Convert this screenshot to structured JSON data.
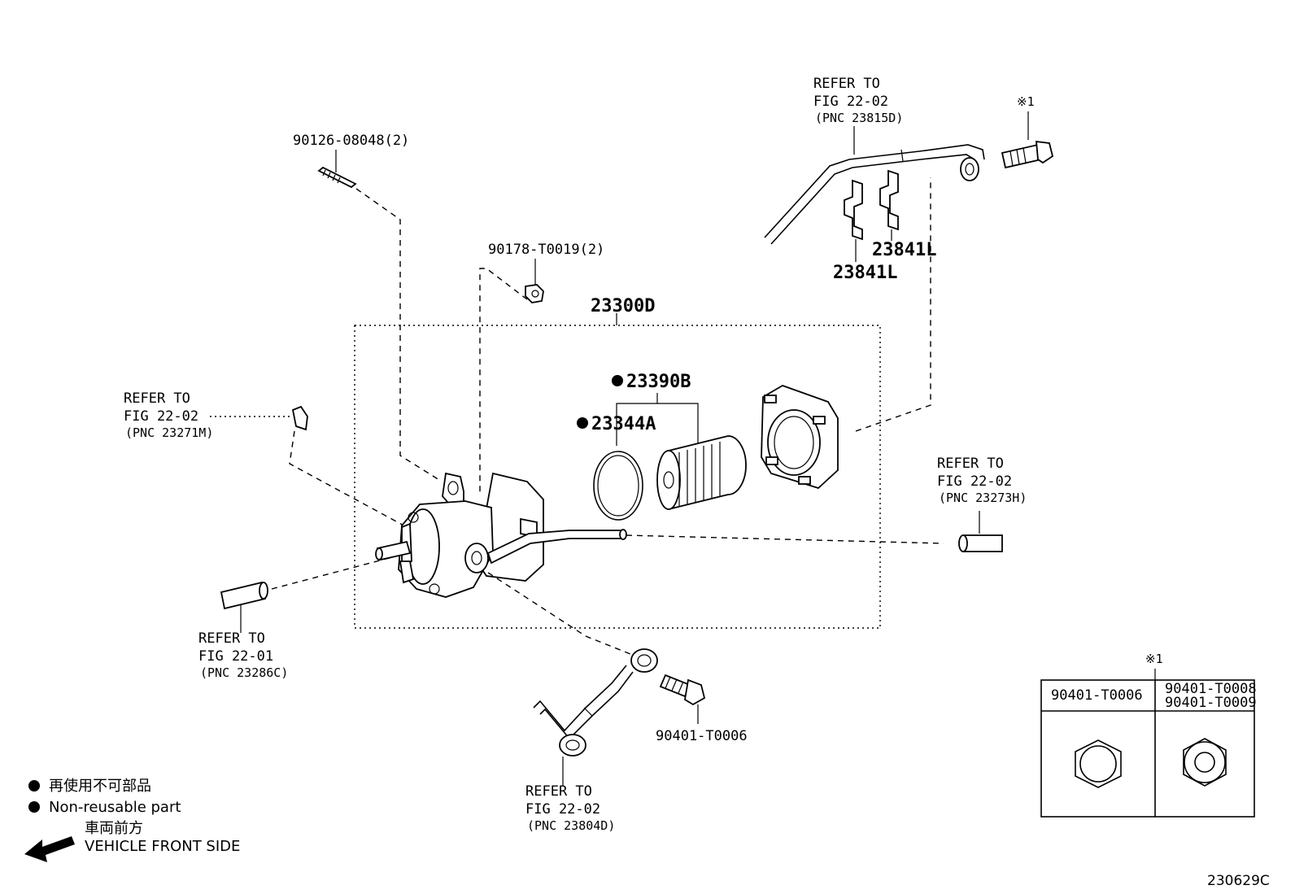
{
  "parts": {
    "stud_bolt": "90126-08048(2)",
    "nut": "90178-T0019(2)",
    "pump_assy": "23300D",
    "filter_element": "23390B",
    "o_ring": "23344A",
    "clamp_upper": "23841L",
    "clamp_lower": "23841L",
    "union_bolt": "90401-T0006",
    "note_mark_top": "※1"
  },
  "refs": {
    "top_pipe": {
      "line1": "REFER TO",
      "line2": "FIG 22-02",
      "line3": "(PNC 23815D)"
    },
    "left_hose": {
      "line1": "REFER TO",
      "line2": "FIG 22-02",
      "line3": "(PNC 23271M)"
    },
    "right_hose": {
      "line1": "REFER TO",
      "line2": "FIG 22-02",
      "line3": "(PNC 23273H)"
    },
    "lower_left_hose": {
      "line1": "REFER TO",
      "line2": "FIG 22-01",
      "line3": "(PNC 23286C)"
    },
    "bottom_pipe": {
      "line1": "REFER TO",
      "line2": "FIG 22-02",
      "line3": "(PNC 23804D)"
    }
  },
  "bolt_table": {
    "mark": "※1",
    "col1": "90401-T0006",
    "col2_line1": "90401-T0008",
    "col2_line2": "90401-T0009"
  },
  "legend": {
    "non_reusable_jp": "再使用不可部品",
    "non_reusable_en": "Non-reusable part",
    "front_jp": "車両前方",
    "front_en": "VEHICLE FRONT SIDE"
  },
  "figure_code": "230629C"
}
